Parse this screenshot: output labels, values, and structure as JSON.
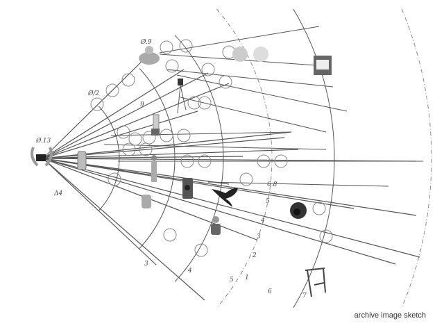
{
  "caption": "archive image sketch",
  "labels": {
    "bust": "Ø.9",
    "upper": "Ø/2",
    "origin": "Ø.13",
    "lower_left": "Δ4",
    "mid": "9",
    "r68": "6.8",
    "r5": "5",
    "r4": "4",
    "r3": "3",
    "r2": "2",
    "r1": "1",
    "r6": "6",
    "r7": "7",
    "a4": "4",
    "a3": "3",
    "a5": "5"
  },
  "colors": {
    "line": "#555555",
    "dashed": "#888888",
    "object": "#9a9a9a",
    "dark": "#222222",
    "accent": "#c0504d"
  }
}
